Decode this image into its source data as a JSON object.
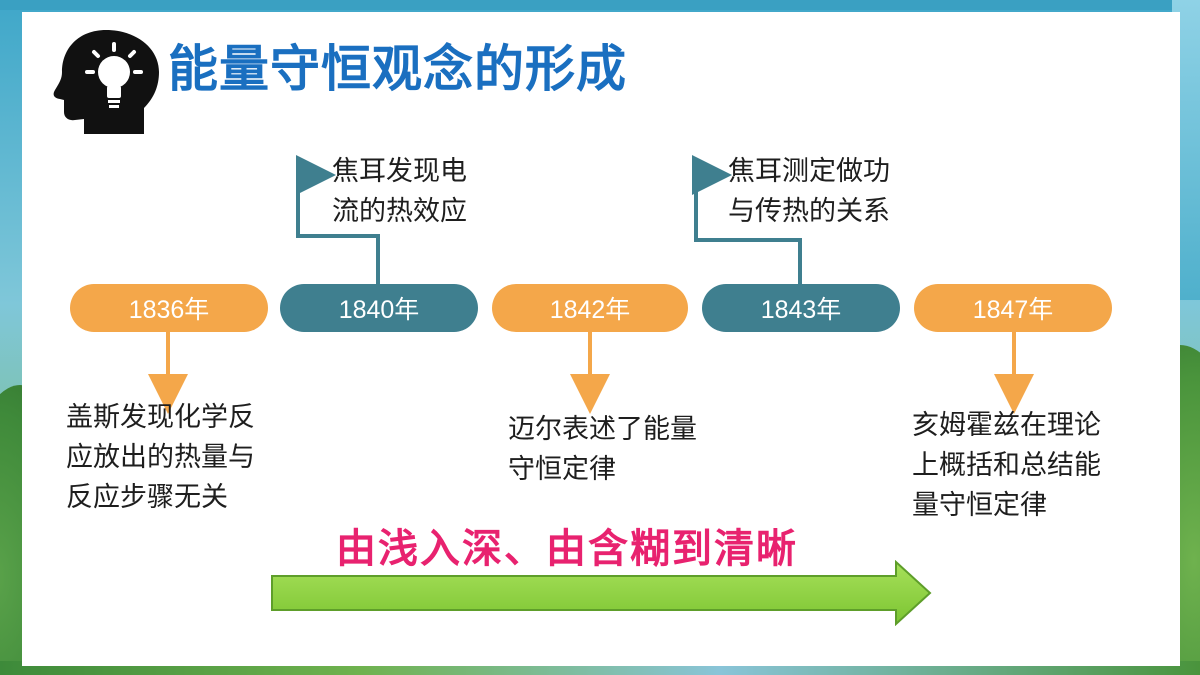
{
  "slide": {
    "title": "能量守恒观念的形成",
    "icon": "head-lightbulb-icon",
    "colors": {
      "title": "#1a6fc0",
      "orange": "#f4a74a",
      "teal": "#3f7f8f",
      "slogan": "#e8226f",
      "arrow": "#8bd13f"
    }
  },
  "timeline": {
    "years": [
      {
        "label": "1836年",
        "color": "orange"
      },
      {
        "label": "1840年",
        "color": "teal"
      },
      {
        "label": "1842年",
        "color": "orange"
      },
      {
        "label": "1843年",
        "color": "teal"
      },
      {
        "label": "1847年",
        "color": "orange"
      }
    ],
    "events": {
      "e1836": "盖斯发现化学反\n应放出的热量与\n反应步骤无关",
      "e1840": "焦耳发现电\n流的热效应",
      "e1842": "迈尔表述了能量\n守恒定律",
      "e1843": "焦耳测定做功\n与传热的关系",
      "e1847": "亥姆霍兹在理论\n上概括和总结能\n量守恒定律"
    }
  },
  "slogan": "由浅入深、由含糊到清晰"
}
